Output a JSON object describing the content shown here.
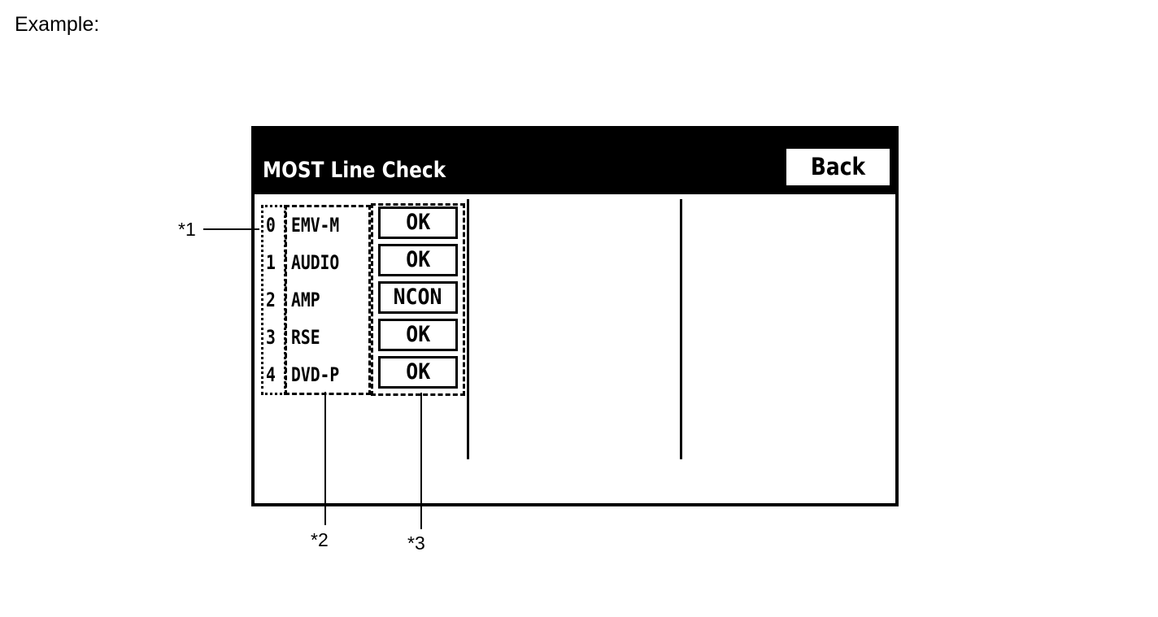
{
  "caption": "Example:",
  "screen": {
    "title": "MOST Line Check",
    "back_label": "Back",
    "rows": [
      {
        "index": "0",
        "device": "EMV-M",
        "status": "OK"
      },
      {
        "index": "1",
        "device": "AUDIO",
        "status": "OK"
      },
      {
        "index": "2",
        "device": "AMP",
        "status": "NCON"
      },
      {
        "index": "3",
        "device": "RSE",
        "status": "OK"
      },
      {
        "index": "4",
        "device": "DVD-P",
        "status": "OK"
      }
    ]
  },
  "callouts": {
    "c1": "*1",
    "c2": "*2",
    "c3": "*3"
  }
}
